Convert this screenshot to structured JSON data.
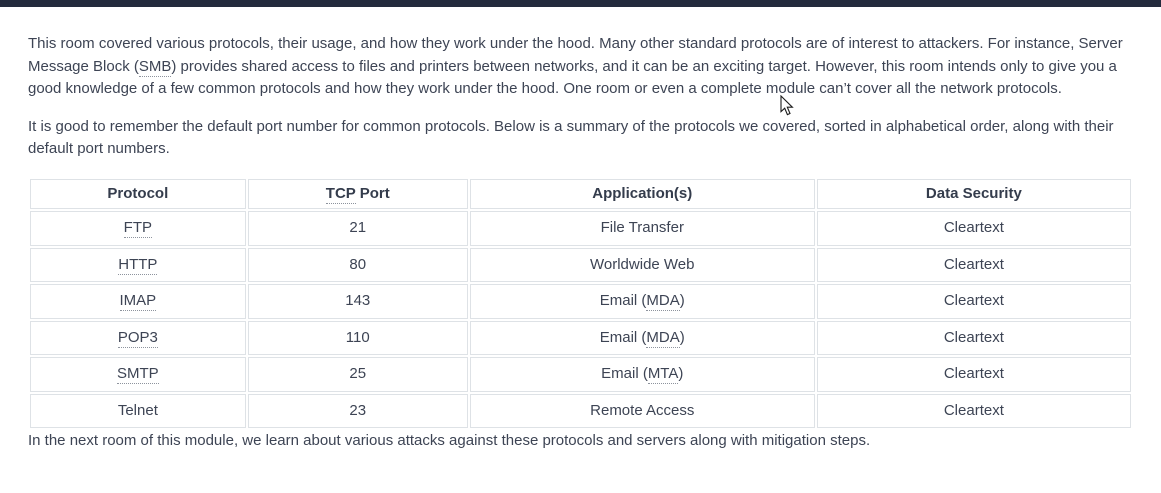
{
  "ui": {
    "topbar_color": "#242b3d",
    "background_color": "#ffffff",
    "text_color": "#3d4454",
    "table_border_color": "#dee2e6"
  },
  "content": {
    "paragraph1": [
      {
        "t": "This room covered various protocols, their usage, and how they work under the hood. Many other standard protocols are of interest to attackers. For instance, Server Message Block (",
        "abbr": false
      },
      {
        "t": "SMB",
        "abbr": true
      },
      {
        "t": ") provides shared access to files and printers between networks, and it can be an exciting target. However, this room intends only to give you a good knowledge of a few common protocols and how they work under the hood. One room or even a complete module can’t cover all the network protocols.",
        "abbr": false
      }
    ],
    "paragraph2": [
      {
        "t": "It is good to remember the default port number for common protocols. Below is a summary of the protocols we covered, sorted in alphabetical order, along with their default port numbers.",
        "abbr": false
      }
    ],
    "paragraph3": [
      {
        "t": "In the next room of this module, we learn about various attacks against these protocols and servers along with mitigation steps.",
        "abbr": false
      }
    ]
  },
  "table": {
    "headers": [
      [
        {
          "t": "Protocol",
          "abbr": false
        }
      ],
      [
        {
          "t": "TCP",
          "abbr": true
        },
        {
          "t": " Port",
          "abbr": false
        }
      ],
      [
        {
          "t": "Application(s)",
          "abbr": false
        }
      ],
      [
        {
          "t": "Data Security",
          "abbr": false
        }
      ]
    ],
    "rows": [
      [
        [
          {
            "t": "FTP",
            "abbr": true
          }
        ],
        [
          {
            "t": "21",
            "abbr": false
          }
        ],
        [
          {
            "t": "File Transfer",
            "abbr": false
          }
        ],
        [
          {
            "t": "Cleartext",
            "abbr": false
          }
        ]
      ],
      [
        [
          {
            "t": "HTTP",
            "abbr": true
          }
        ],
        [
          {
            "t": "80",
            "abbr": false
          }
        ],
        [
          {
            "t": "Worldwide Web",
            "abbr": false
          }
        ],
        [
          {
            "t": "Cleartext",
            "abbr": false
          }
        ]
      ],
      [
        [
          {
            "t": "IMAP",
            "abbr": true
          }
        ],
        [
          {
            "t": "143",
            "abbr": false
          }
        ],
        [
          {
            "t": "Email (",
            "abbr": false
          },
          {
            "t": "MDA",
            "abbr": true
          },
          {
            "t": ")",
            "abbr": false
          }
        ],
        [
          {
            "t": "Cleartext",
            "abbr": false
          }
        ]
      ],
      [
        [
          {
            "t": "POP3",
            "abbr": true
          }
        ],
        [
          {
            "t": "110",
            "abbr": false
          }
        ],
        [
          {
            "t": "Email (",
            "abbr": false
          },
          {
            "t": "MDA",
            "abbr": true
          },
          {
            "t": ")",
            "abbr": false
          }
        ],
        [
          {
            "t": "Cleartext",
            "abbr": false
          }
        ]
      ],
      [
        [
          {
            "t": "SMTP",
            "abbr": true
          }
        ],
        [
          {
            "t": "25",
            "abbr": false
          }
        ],
        [
          {
            "t": "Email (",
            "abbr": false
          },
          {
            "t": "MTA",
            "abbr": true
          },
          {
            "t": ")",
            "abbr": false
          }
        ],
        [
          {
            "t": "Cleartext",
            "abbr": false
          }
        ]
      ],
      [
        [
          {
            "t": "Telnet",
            "abbr": false
          }
        ],
        [
          {
            "t": "23",
            "abbr": false
          }
        ],
        [
          {
            "t": "Remote Access",
            "abbr": false
          }
        ],
        [
          {
            "t": "Cleartext",
            "abbr": false
          }
        ]
      ]
    ]
  },
  "cursor": {
    "type": "arrow-pointer"
  }
}
